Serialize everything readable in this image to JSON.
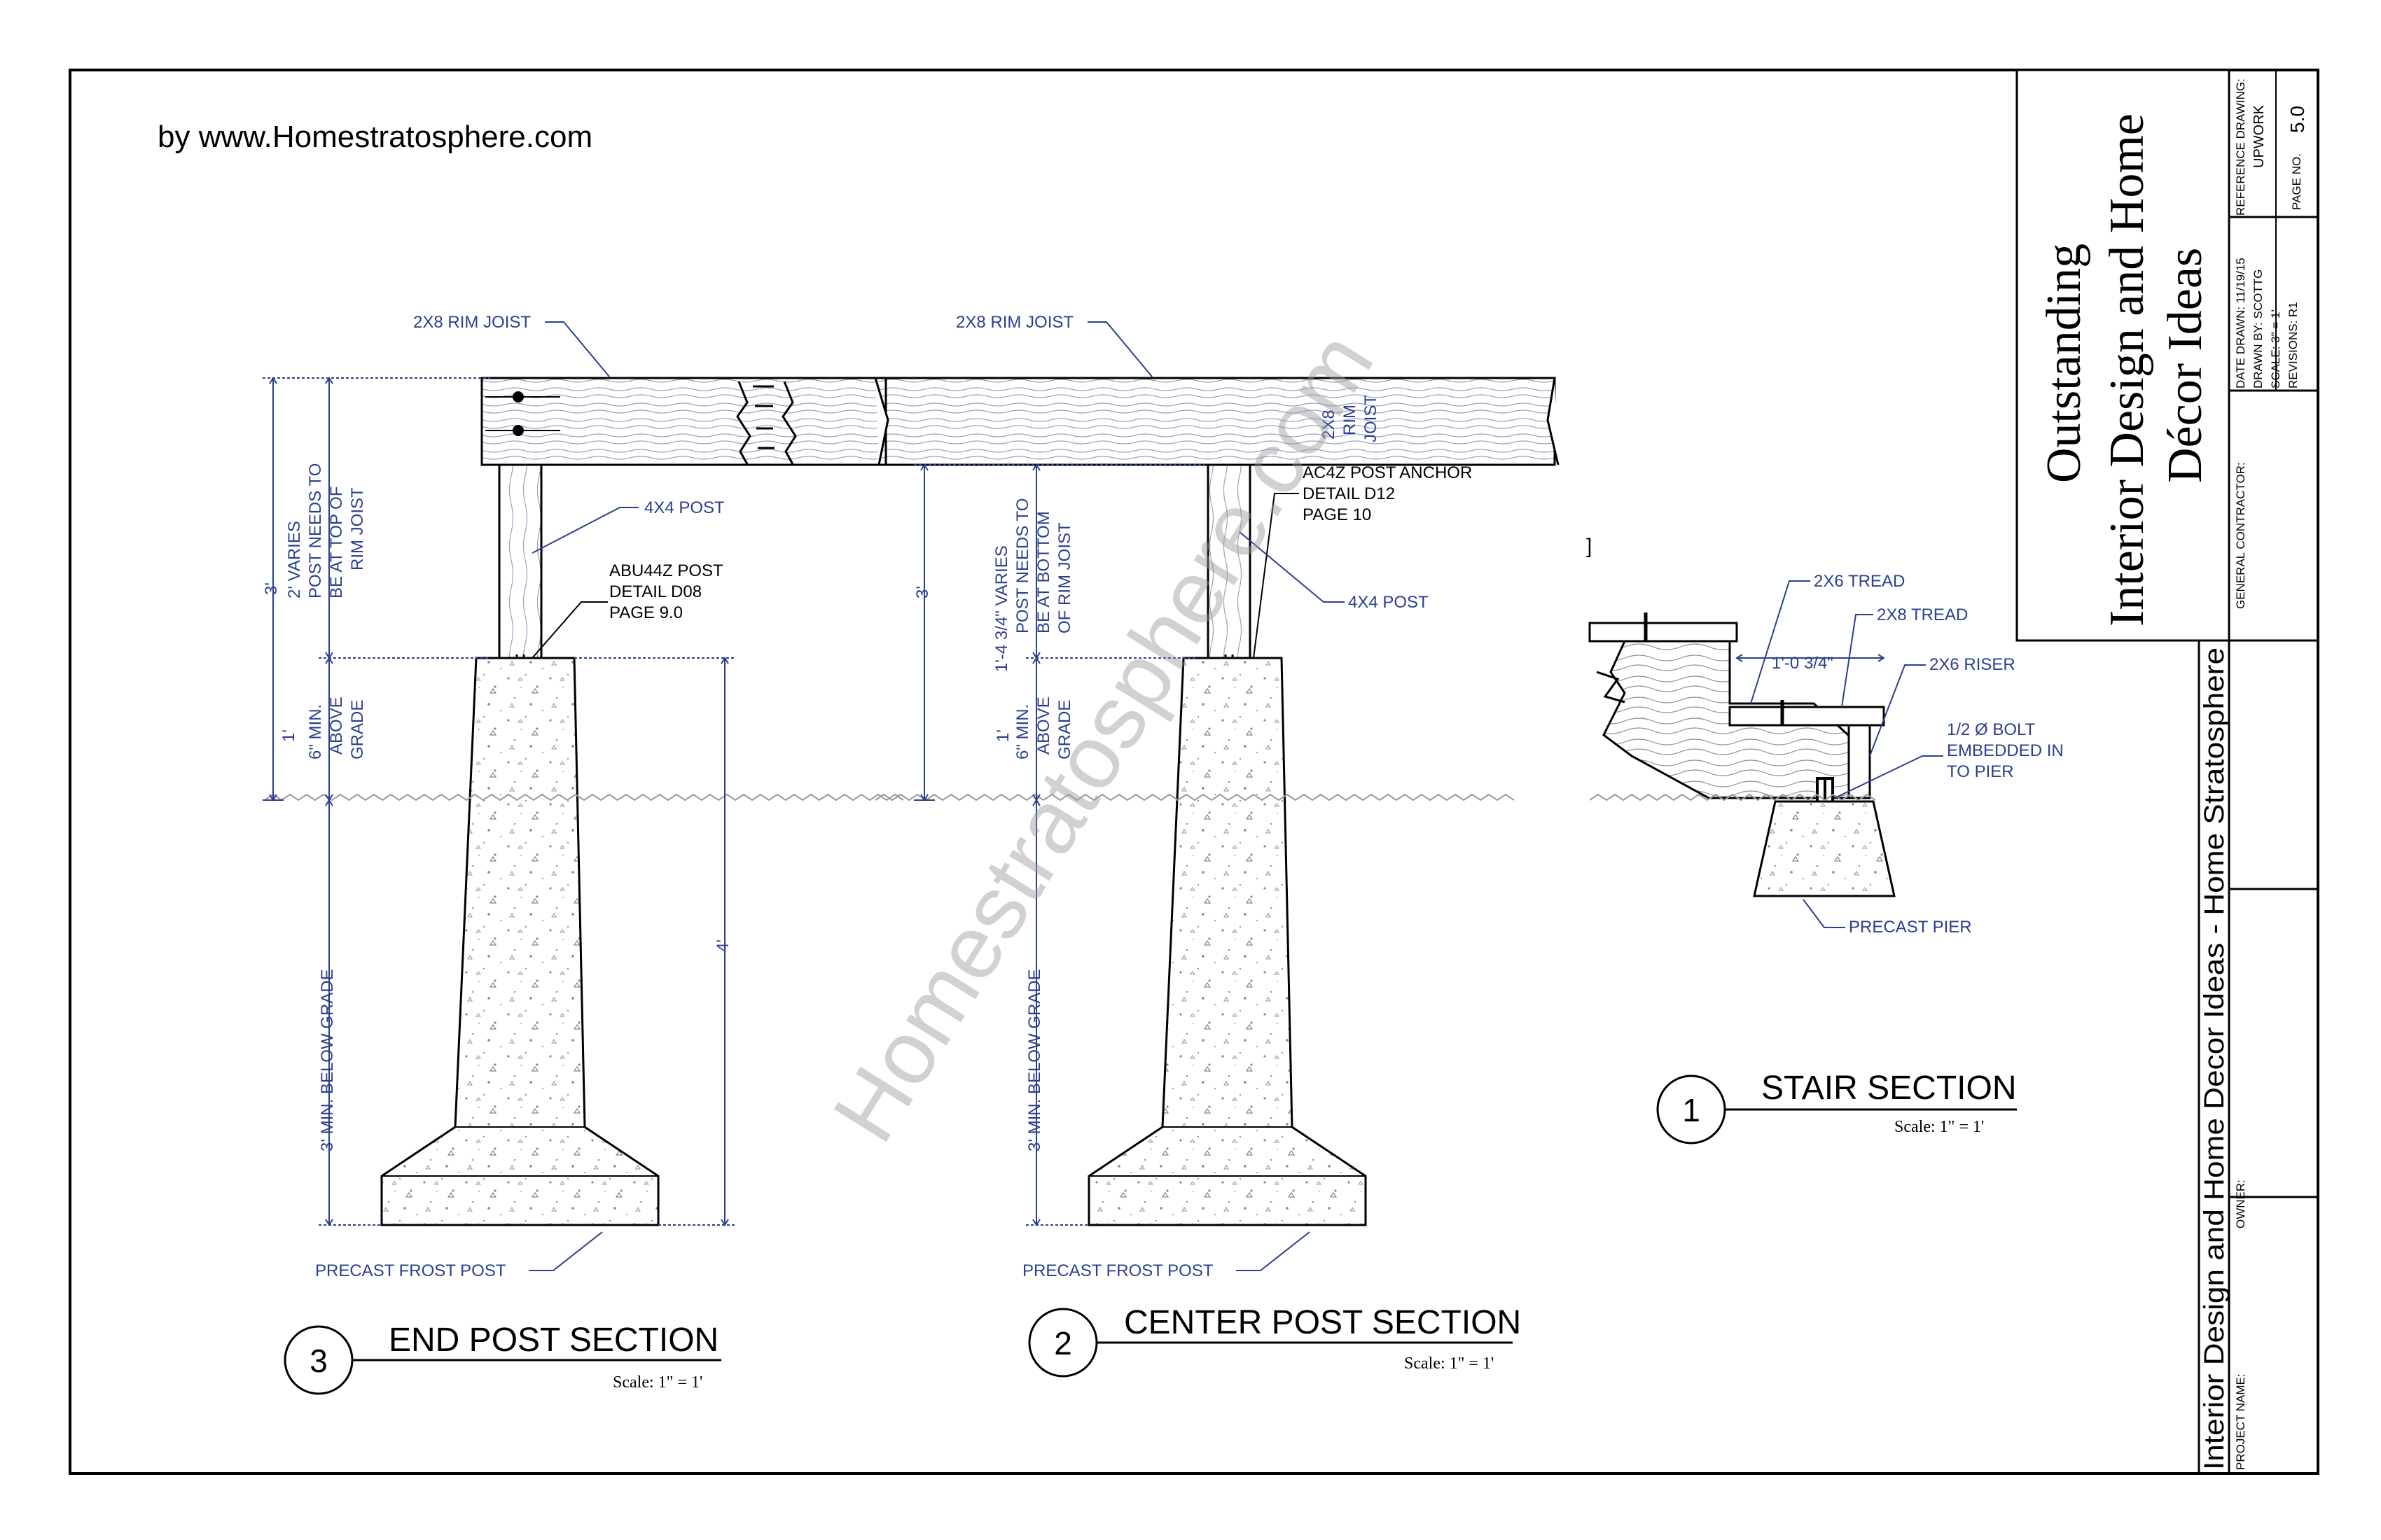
{
  "header": {
    "credit": "by www.Homestratosphere.com"
  },
  "watermark": "Homestratosphere.com",
  "colors": {
    "annotation": "#2b3f8c",
    "linework": "#000000"
  },
  "end_post_section": {
    "number": "3",
    "title": "END POST SECTION",
    "scale": "Scale: 1\" = 1'",
    "labels": {
      "rim_joist": "2X8 RIM JOIST",
      "post": "4X4 POST",
      "anchor_1": "ABU44Z POST",
      "anchor_2": "DETAIL D08",
      "anchor_3": "PAGE 9.0",
      "frost_post": "PRECAST FROST POST"
    },
    "dims": {
      "overall": "3'",
      "vary_1": "2' VARIES",
      "vary_2": "POST NEEDS TO",
      "vary_3": "BE AT TOP OF",
      "vary_4": "RIM JOIST",
      "above_1": "1'",
      "above_2": "6\" MIN.",
      "above_3": "ABOVE",
      "above_4": "GRADE",
      "below": "3' MIN. BELOW GRADE",
      "total_post": "4'"
    }
  },
  "center_post_section": {
    "number": "2",
    "title": "CENTER POST SECTION",
    "scale": "Scale: 1\" = 1'",
    "labels": {
      "rim_joist": "2X8 RIM JOIST",
      "rim_tag_1": "2X8",
      "rim_tag_2": "RIM",
      "rim_tag_3": "JOIST",
      "anchor_1": "AC4Z POST ANCHOR",
      "anchor_2": "DETAIL D12",
      "anchor_3": "PAGE 10",
      "post": "4X4 POST",
      "frost_post": "PRECAST FROST POST"
    },
    "dims": {
      "overall": "3'",
      "vary_1": "1'-4 3/4\" VARIES",
      "vary_2": "POST NEEDS TO",
      "vary_3": "BE AT BOTTOM",
      "vary_4": "OF RIM JOIST",
      "above_1": "1'",
      "above_2": "6\" MIN.",
      "above_3": "ABOVE",
      "above_4": "GRADE",
      "below": "3' MIN. BELOW GRADE"
    }
  },
  "stair_section": {
    "number": "1",
    "title": "STAIR SECTION",
    "scale": "Scale: 1\" = 1'",
    "labels": {
      "tread_top": "2X6 TREAD",
      "tread_2x8": "2X8 TREAD",
      "run": "1'-0 3/4\"",
      "riser": "2X6 RISER",
      "bolt_1": "1/2 Ø BOLT",
      "bolt_2": "EMBEDDED IN",
      "bolt_3": "TO PIER",
      "pier": "PRECAST PIER"
    }
  },
  "title_block": {
    "title_1": "Outstanding",
    "title_2": "Interior Design and Home",
    "title_3": "Décor Ideas",
    "reference_label": "REFERENCE DRAWING:",
    "reference_value": "UPWORK",
    "page_label": "PAGE NO.",
    "page_value": "5.0",
    "date": "DATE DRAWN: 11/19/15",
    "drawn_by": "DRAWN BY: SCOTTG",
    "scale": "SCALE: 3\" = 1'",
    "revisions": "REVISIONS: R1",
    "general_contractor": "GENERAL CONTRACTOR:",
    "owner": "OWNER:",
    "project_label": "PROJECT NAME:",
    "project_name": "Interior Design and Home Decor Ideas - Home Stratosphere"
  }
}
